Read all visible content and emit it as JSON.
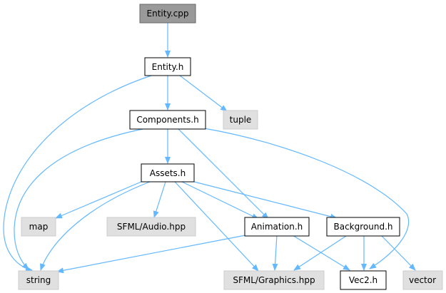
{
  "colors": {
    "edge": "#63b8ff",
    "root_fill": "#999999",
    "root_border": "#666666",
    "local_fill": "#ffffff",
    "local_border": "#000000",
    "system_fill": "#e0e0e0",
    "system_border": "#cccccc"
  },
  "nodes": {
    "entity_cpp": {
      "label": "Entity.cpp",
      "kind": "root"
    },
    "entity_h": {
      "label": "Entity.h",
      "kind": "local"
    },
    "components_h": {
      "label": "Components.h",
      "kind": "local"
    },
    "tuple": {
      "label": "tuple",
      "kind": "system"
    },
    "assets_h": {
      "label": "Assets.h",
      "kind": "local"
    },
    "map": {
      "label": "map",
      "kind": "system"
    },
    "sfml_audio": {
      "label": "SFML/Audio.hpp",
      "kind": "system"
    },
    "animation_h": {
      "label": "Animation.h",
      "kind": "local"
    },
    "background_h": {
      "label": "Background.h",
      "kind": "local"
    },
    "string": {
      "label": "string",
      "kind": "system"
    },
    "sfml_graphics": {
      "label": "SFML/Graphics.hpp",
      "kind": "system"
    },
    "vec2_h": {
      "label": "Vec2.h",
      "kind": "local"
    },
    "vector": {
      "label": "vector",
      "kind": "system"
    }
  },
  "edges": [
    {
      "from": "entity_cpp",
      "to": "entity_h"
    },
    {
      "from": "entity_h",
      "to": "components_h"
    },
    {
      "from": "entity_h",
      "to": "tuple"
    },
    {
      "from": "entity_h",
      "to": "string"
    },
    {
      "from": "components_h",
      "to": "assets_h"
    },
    {
      "from": "components_h",
      "to": "animation_h"
    },
    {
      "from": "components_h",
      "to": "vec2_h"
    },
    {
      "from": "components_h",
      "to": "string"
    },
    {
      "from": "assets_h",
      "to": "map"
    },
    {
      "from": "assets_h",
      "to": "sfml_audio"
    },
    {
      "from": "assets_h",
      "to": "animation_h"
    },
    {
      "from": "assets_h",
      "to": "background_h"
    },
    {
      "from": "assets_h",
      "to": "string"
    },
    {
      "from": "assets_h",
      "to": "sfml_graphics"
    },
    {
      "from": "animation_h",
      "to": "string"
    },
    {
      "from": "animation_h",
      "to": "sfml_graphics"
    },
    {
      "from": "animation_h",
      "to": "vec2_h"
    },
    {
      "from": "background_h",
      "to": "sfml_graphics"
    },
    {
      "from": "background_h",
      "to": "vec2_h"
    },
    {
      "from": "background_h",
      "to": "vector"
    }
  ]
}
